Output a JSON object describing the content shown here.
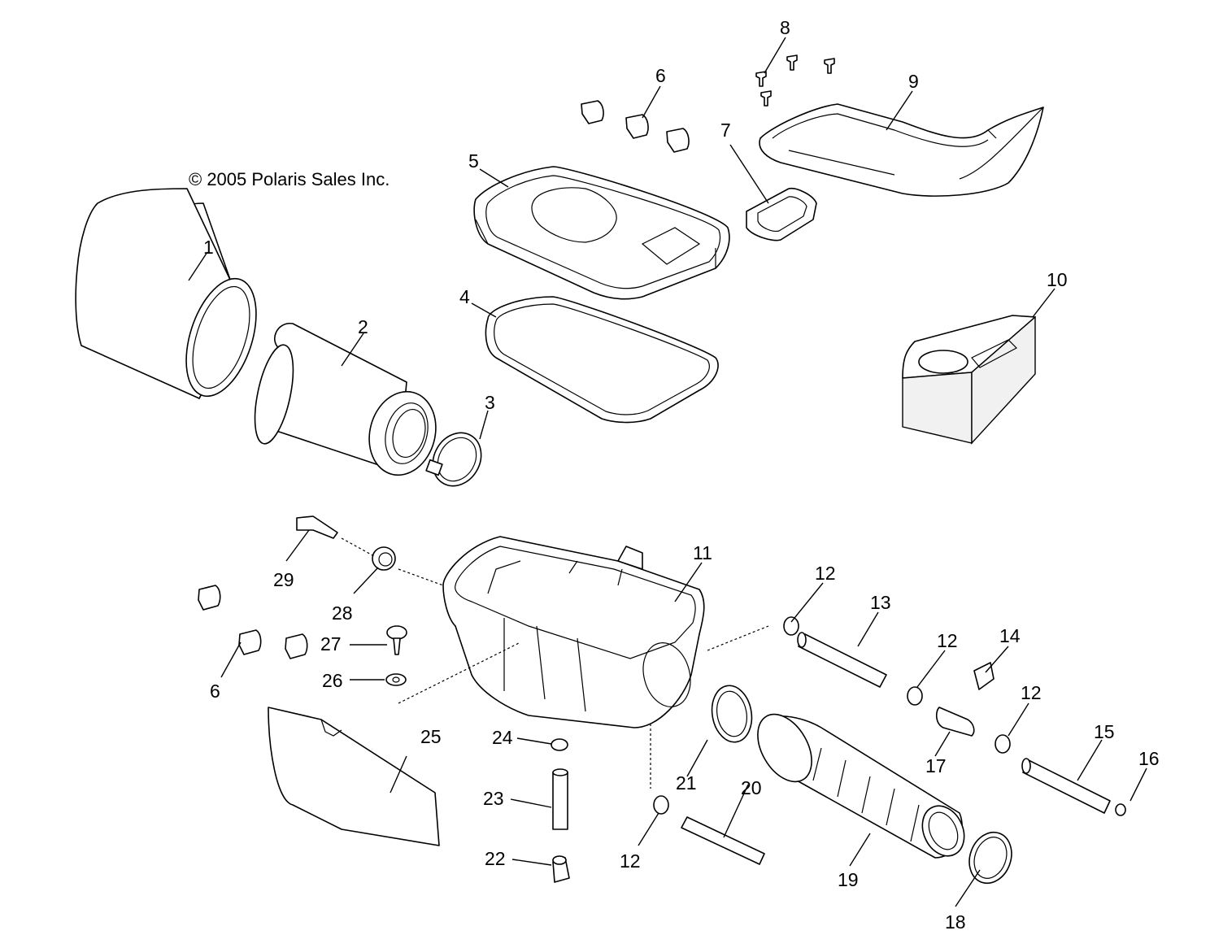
{
  "copyright": "© 2005 Polaris Sales Inc.",
  "callouts": [
    {
      "id": "c1",
      "text": "1"
    },
    {
      "id": "c2",
      "text": "2"
    },
    {
      "id": "c3",
      "text": "3"
    },
    {
      "id": "c4",
      "text": "4"
    },
    {
      "id": "c5",
      "text": "5"
    },
    {
      "id": "c6a",
      "text": "6"
    },
    {
      "id": "c7",
      "text": "7"
    },
    {
      "id": "c8",
      "text": "8"
    },
    {
      "id": "c9",
      "text": "9"
    },
    {
      "id": "c10",
      "text": "10"
    },
    {
      "id": "c11",
      "text": "11"
    },
    {
      "id": "c12a",
      "text": "12"
    },
    {
      "id": "c13",
      "text": "13"
    },
    {
      "id": "c12b",
      "text": "12"
    },
    {
      "id": "c14",
      "text": "14"
    },
    {
      "id": "c12c",
      "text": "12"
    },
    {
      "id": "c15",
      "text": "15"
    },
    {
      "id": "c16",
      "text": "16"
    },
    {
      "id": "c17",
      "text": "17"
    },
    {
      "id": "c18",
      "text": "18"
    },
    {
      "id": "c19",
      "text": "19"
    },
    {
      "id": "c20",
      "text": "20"
    },
    {
      "id": "c21",
      "text": "21"
    },
    {
      "id": "c12d",
      "text": "12"
    },
    {
      "id": "c22",
      "text": "22"
    },
    {
      "id": "c23",
      "text": "23"
    },
    {
      "id": "c24",
      "text": "24"
    },
    {
      "id": "c25",
      "text": "25"
    },
    {
      "id": "c26",
      "text": "26"
    },
    {
      "id": "c27",
      "text": "27"
    },
    {
      "id": "c28",
      "text": "28"
    },
    {
      "id": "c29",
      "text": "29"
    },
    {
      "id": "c6b",
      "text": "6"
    }
  ]
}
